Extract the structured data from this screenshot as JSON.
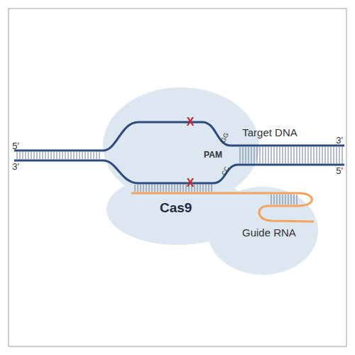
{
  "diagram": {
    "nodes": [
      {
        "text": [
          "Cas9",
          "Guide RNA"
        ]
      }
    ],
    "labels": [
      "5′",
      "3′",
      "Target DNA",
      "GG",
      "PAM",
      "CC",
      "3′",
      "5′",
      "X",
      "X"
    ]
  }
}
